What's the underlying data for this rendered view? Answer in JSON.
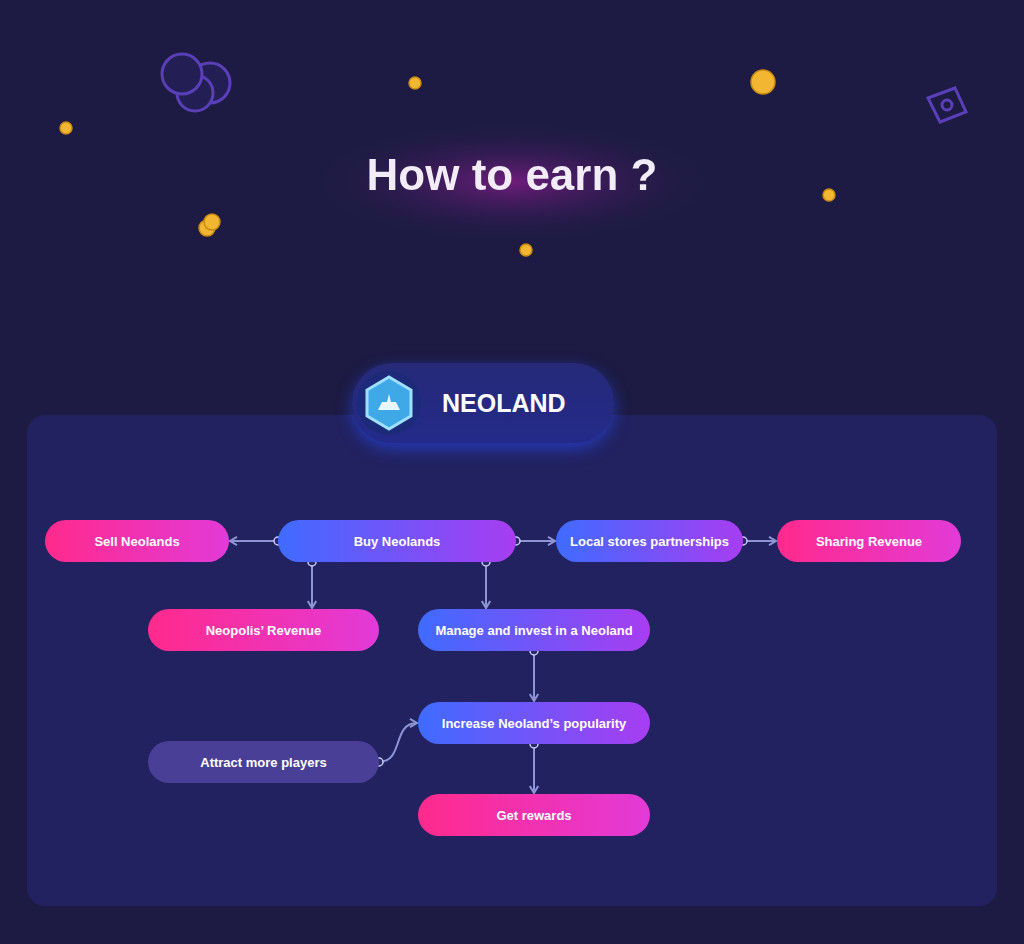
{
  "diagram": {
    "title": "How to earn ?",
    "nodes": [
      {
        "text": [
          "NEOLAND"
        ]
      },
      {
        "text": [
          "Sell Neolands"
        ],
        "in": 0
      },
      {
        "text": [
          "Buy Neolands"
        ],
        "in": 0
      },
      {
        "text": [
          "Local stores partnerships"
        ],
        "in": 0
      },
      {
        "text": [
          "Sharing Revenue"
        ],
        "in": 0
      },
      {
        "text": [
          "Neopolis’ Revenue"
        ],
        "in": 0
      },
      {
        "text": [
          "Manage and invest in a Neoland"
        ],
        "in": 0
      },
      {
        "text": [
          "Increase Neoland’s popularity"
        ],
        "in": 0
      },
      {
        "text": [
          "Attract more players"
        ],
        "in": 0
      },
      {
        "text": [
          "Get rewards"
        ],
        "in": 0
      }
    ],
    "edges": [
      {
        "from": 2,
        "to": 1,
        "arrow": "to"
      },
      {
        "from": 2,
        "to": 3,
        "arrow": "to"
      },
      {
        "from": 3,
        "to": 4,
        "arrow": "to"
      },
      {
        "from": 2,
        "to": 5,
        "arrow": "to"
      },
      {
        "from": 2,
        "to": 6,
        "arrow": "to"
      },
      {
        "from": 6,
        "to": 7,
        "arrow": "to"
      },
      {
        "from": 8,
        "to": 7,
        "arrow": "to"
      },
      {
        "from": 7,
        "to": 9,
        "arrow": "to"
      }
    ]
  }
}
